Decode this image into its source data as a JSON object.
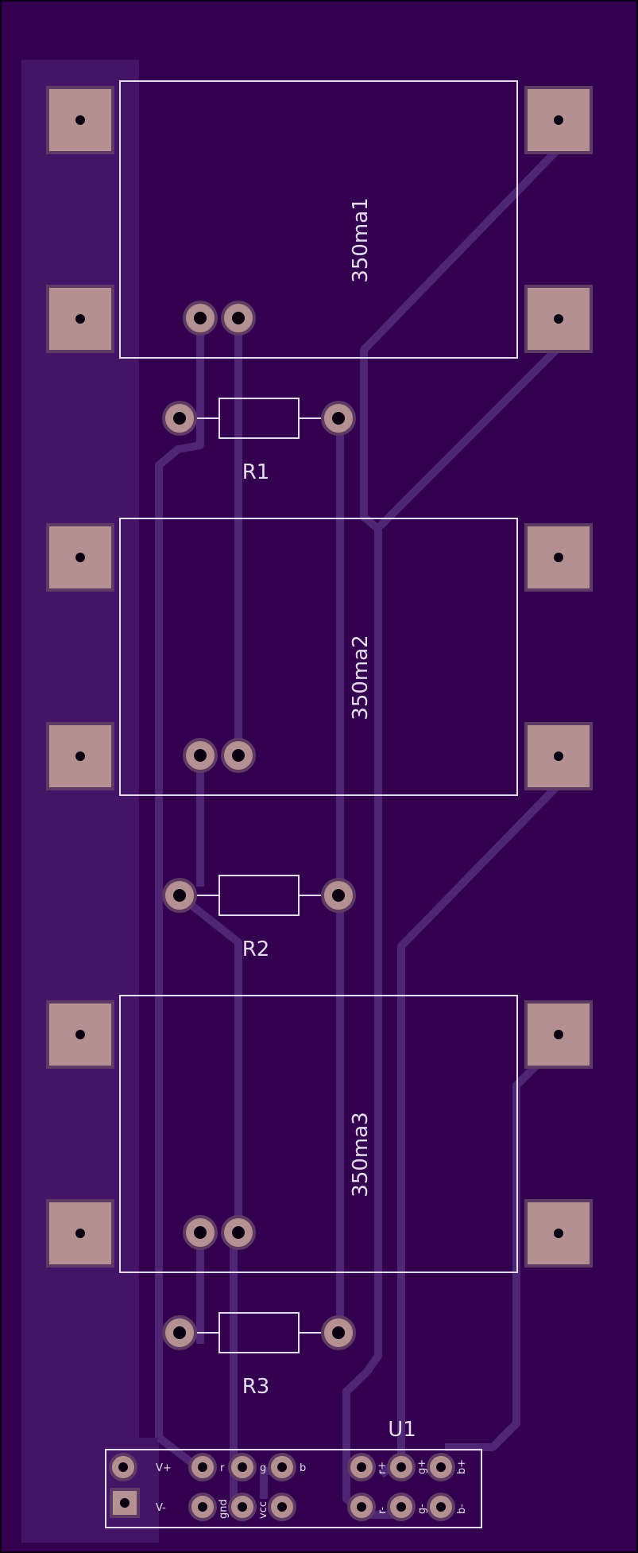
{
  "board": {
    "colors": {
      "substrate": "#33004f",
      "fill_zone": "#441466",
      "trace": "#4e2675",
      "pad_copper": "#b49093",
      "pad_ring": "#5e3a64",
      "drill": "#0a0010",
      "silkscreen": "#e6dcef",
      "edge": "#0c0014"
    }
  },
  "modules": [
    {
      "label": "350ma1"
    },
    {
      "label": "350ma2"
    },
    {
      "label": "350ma3"
    }
  ],
  "resistors": [
    {
      "label": "R1"
    },
    {
      "label": "R2"
    },
    {
      "label": "R3"
    }
  ],
  "connector": {
    "ref": "U1",
    "top_row": [
      "V+",
      "r",
      "g",
      "b",
      "r+",
      "g+",
      "b+"
    ],
    "bottom_row": [
      "V-",
      "gnd",
      "vcc",
      "r-",
      "g-",
      "b-"
    ]
  }
}
